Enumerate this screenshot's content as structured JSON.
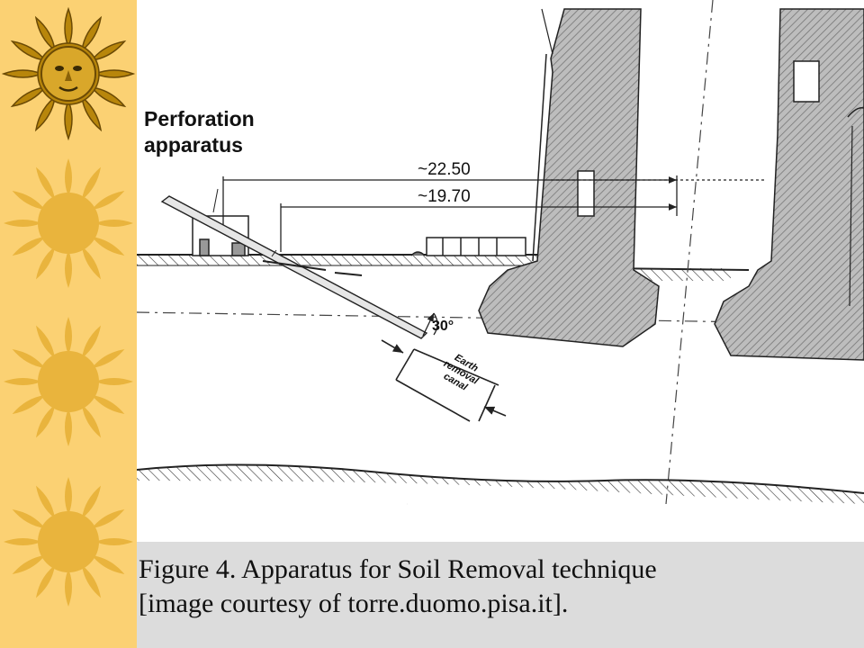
{
  "sidebar": {
    "colors": {
      "background": "#fbd173",
      "sun": "#e9b43d",
      "gold": "#c99a24"
    },
    "icons": [
      "sun-face-icon",
      "sun-icon",
      "sun-icon",
      "sun-icon"
    ]
  },
  "diagram": {
    "labels": {
      "apparatus": [
        "Perforation",
        "apparatus"
      ],
      "dim_outer": "~22.50",
      "dim_inner": "~19.70",
      "angle": "30°",
      "canal": [
        "Earth",
        "removal",
        "canal"
      ]
    }
  },
  "caption": {
    "line1": "Figure 4. Apparatus for Soil Removal technique",
    "line2": "[image courtesy of  torre.duomo.pisa.it]."
  }
}
